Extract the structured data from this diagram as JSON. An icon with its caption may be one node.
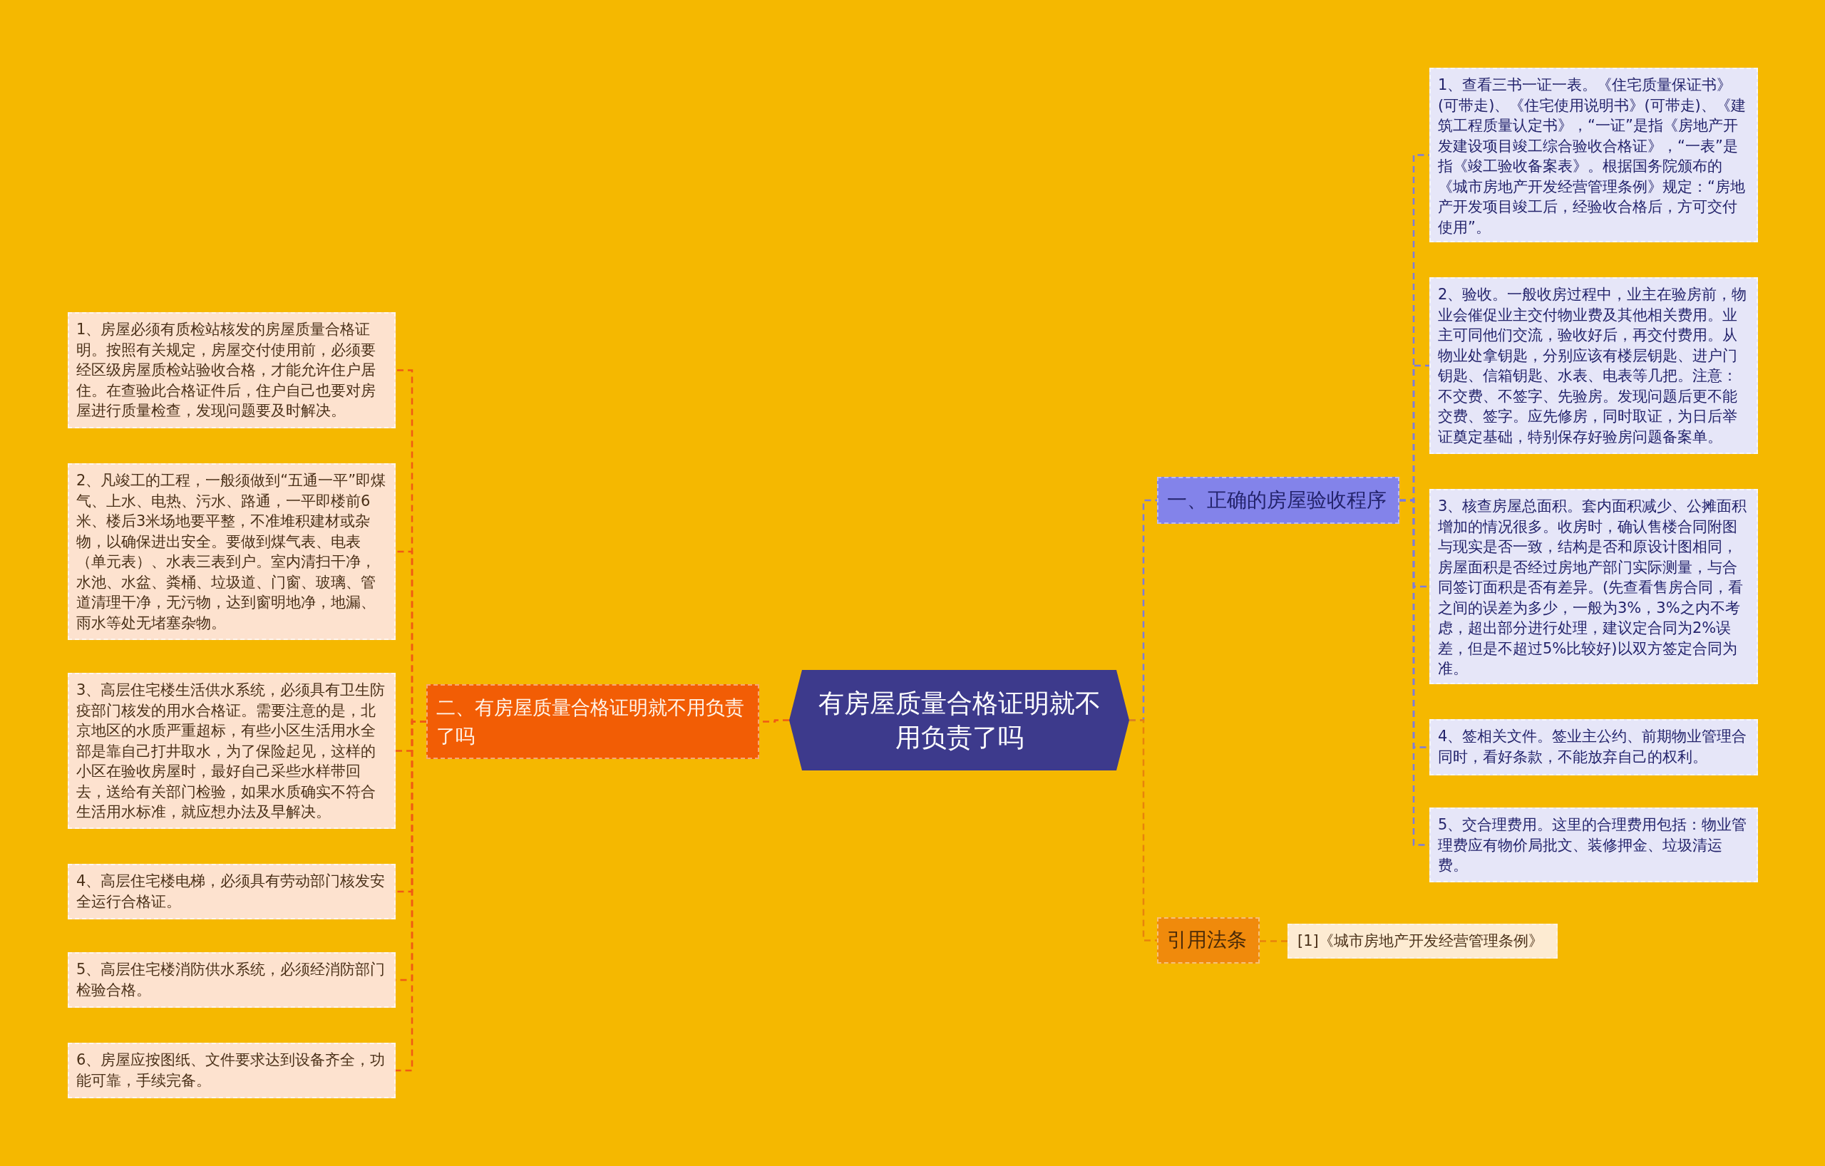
{
  "diagram": {
    "nodes": [
      {
        "text": [
          "有房屋质量合格证明就不用负责了吗"
        ]
      },
      {
        "text": [
          "二、有房屋质量合格证明就不用负责了吗"
        ]
      },
      {
        "text": [
          "1、房屋必须有质检站核发的房屋质量合格证明。按照有关规定，房屋交付使用前，必须要经区级房屋质检站验收合格，才能允许住户居住。在查验此合格证件后，住户自己也要对房屋进行质量检查，发现问题要及时解决。"
        ]
      },
      {
        "text": [
          "2、凡竣工的工程，一般须做到“五通一平”即煤气、上水、电热、污水、路通，一平即楼前6米、楼后3米场地要平整，不准堆积建材或杂物，以确保进出安全。要做到煤气表、电表（单元表）、水表三表到户。室内清扫干净，水池、水盆、粪桶、垃圾道、门窗、玻璃、管道清理干净，无污物，达到窗明地净，地漏、雨水等处无堵塞杂物。"
        ]
      },
      {
        "text": [
          "3、高层住宅楼生活供水系统，必须具有卫生防疫部门核发的用水合格证。需要注意的是，北京地区的水质严重超标，有些小区生活用水全部是靠自己打井取水，为了保险起见，这样的小区在验收房屋时，最好自己采些水样带回去，送给有关部门检验，如果水质确实不符合生活用水标准，就应想办法及早解决。"
        ]
      },
      {
        "text": [
          "4、高层住宅楼电梯，必须具有劳动部门核发安全运行合格证。"
        ]
      },
      {
        "text": [
          "5、高层住宅楼消防供水系统，必须经消防部门检验合格。"
        ]
      },
      {
        "text": [
          "6、房屋应按图纸、文件要求达到设备齐全，功能可靠，手续完备。"
        ]
      },
      {
        "text": [
          "一、正确的房屋验收程序"
        ]
      },
      {
        "text": [
          "1、查看三书一证一表。《住宅质量保证书》(可带走)、《住宅使用说明书》(可带走)、《建筑工程质量认定书》，“一证”是指《房地产开发建设项目竣工综合验收合格证》，“一表”是指《竣工验收备案表》。根据国务院颁布的《城市房地产开发经营管理条例》规定：“房地产开发项目竣工后，经验收合格后，方可交付使用”。"
        ]
      },
      {
        "text": [
          "2、验收。一般收房过程中，业主在验房前，物业会催促业主交付物业费及其他相关费用。业主可同他们交流，验收好后，再交付费用。从物业处拿钥匙，分别应该有楼层钥匙、进户门钥匙、信箱钥匙、水表、电表等几把。注意：不交费、不签字、先验房。发现问题后更不能交费、签字。应先修房，同时取证，为日后举证奠定基础，特别保存好验房问题备案单。"
        ]
      },
      {
        "text": [
          "3、核查房屋总面积。套内面积减少、公摊面积增加的情况很多。收房时，确认售楼合同附图与现实是否一致，结构是否和原设计图相同，房屋面积是否经过房地产部门实际测量，与合同签订面积是否有差异。(先查看售房合同，看之间的误差为多少，一般为3%，3%之内不考虑，超出部分进行处理，建议定合同为2%误差，但是不超过5%比较好)以双方签定合同为准。"
        ]
      },
      {
        "text": [
          "4、签相关文件。签业主公约、前期物业管理合同时，看好条款，不能放弃自己的权利。"
        ]
      },
      {
        "text": [
          "5、交合理费用。这里的合理费用包括：物业管理费应有物价局批文、装修押金、垃圾清运费。"
        ]
      },
      {
        "text": [
          "引用法条"
        ]
      },
      {
        "text": [
          "[1]《城市房地产开发经营管理条例》"
        ]
      }
    ],
    "edges": [
      {
        "from": 0,
        "to": 1,
        "arrow": "none",
        "style": "dashed",
        "color": "#f05a14"
      },
      {
        "from": 1,
        "to": 2,
        "arrow": "none",
        "style": "dashed",
        "color": "#f05a14"
      },
      {
        "from": 1,
        "to": 3,
        "arrow": "none",
        "style": "dashed",
        "color": "#f05a14"
      },
      {
        "from": 1,
        "to": 4,
        "arrow": "none",
        "style": "dashed",
        "color": "#f05a14"
      },
      {
        "from": 1,
        "to": 5,
        "arrow": "none",
        "style": "dashed",
        "color": "#f05a14"
      },
      {
        "from": 1,
        "to": 6,
        "arrow": "none",
        "style": "dashed",
        "color": "#f05a14"
      },
      {
        "from": 1,
        "to": 7,
        "arrow": "none",
        "style": "dashed",
        "color": "#f05a14"
      },
      {
        "from": 0,
        "to": 8,
        "arrow": "none",
        "style": "dashed",
        "color": "#7b7be0"
      },
      {
        "from": 8,
        "to": 9,
        "arrow": "none",
        "style": "dashed",
        "color": "#7b7be0"
      },
      {
        "from": 8,
        "to": 10,
        "arrow": "none",
        "style": "dashed",
        "color": "#7b7be0"
      },
      {
        "from": 8,
        "to": 11,
        "arrow": "none",
        "style": "dashed",
        "color": "#7b7be0"
      },
      {
        "from": 8,
        "to": 12,
        "arrow": "none",
        "style": "dashed",
        "color": "#7b7be0"
      },
      {
        "from": 8,
        "to": 13,
        "arrow": "none",
        "style": "dashed",
        "color": "#7b7be0"
      },
      {
        "from": 0,
        "to": 14,
        "arrow": "none",
        "style": "dashed",
        "color": "#e8820c"
      },
      {
        "from": 14,
        "to": 15,
        "arrow": "none",
        "style": "dashed",
        "color": "#e8820c"
      }
    ]
  }
}
